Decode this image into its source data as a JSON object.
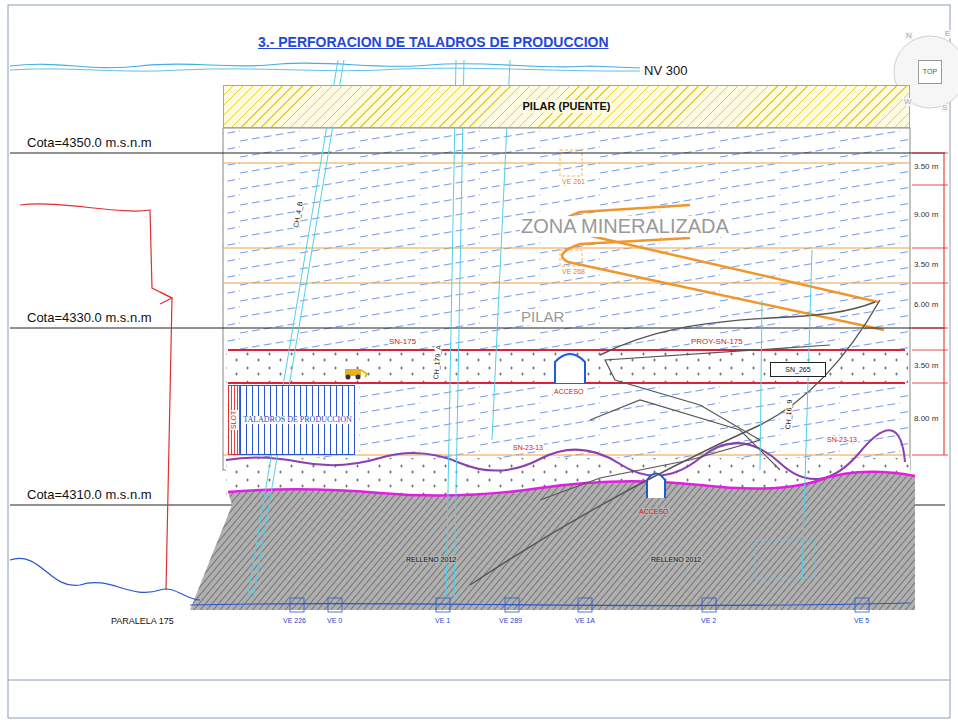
{
  "diagram": {
    "title": "3.- PERFORACION DE TALADROS DE PRODUCCION",
    "nodes": [
      {
        "text": [
          "PILAR (PUENTE)"
        ]
      },
      {
        "text": [
          "SN_265"
        ]
      },
      {
        "text": [
          "TALADROS DE PRODUCCION"
        ]
      },
      {
        "text": [
          "SLOT"
        ]
      },
      {
        "text": [
          "TOP"
        ]
      }
    ],
    "labels": [
      "NV 300",
      "Cota=4350.0 m.s.n.m",
      "Cota=4330.0 m.s.n.m",
      "Cota=4310.0 m.s.n.m",
      "ZONA MINERALIZADA",
      "PILAR",
      "3.50 m",
      "9.00 m",
      "3.50 m",
      "6.00 m",
      "3.50 m",
      "8.00 m",
      "VE 261",
      "VE 268",
      "SN-175",
      "PROY-SN-175",
      "ACCESO",
      "SN-23-13",
      "SN-23-13",
      "ACCESO",
      "RELLENO 2012",
      "RELLENO 2012",
      "PARALELA 175",
      "VE 226",
      "VE 0",
      "VE 1",
      "VE 289",
      "VE 1A",
      "VE 2",
      "VE 5",
      "CH_4_B",
      "CH_179_A",
      "CH_16_9",
      "N",
      "E",
      "W",
      "S"
    ]
  }
}
